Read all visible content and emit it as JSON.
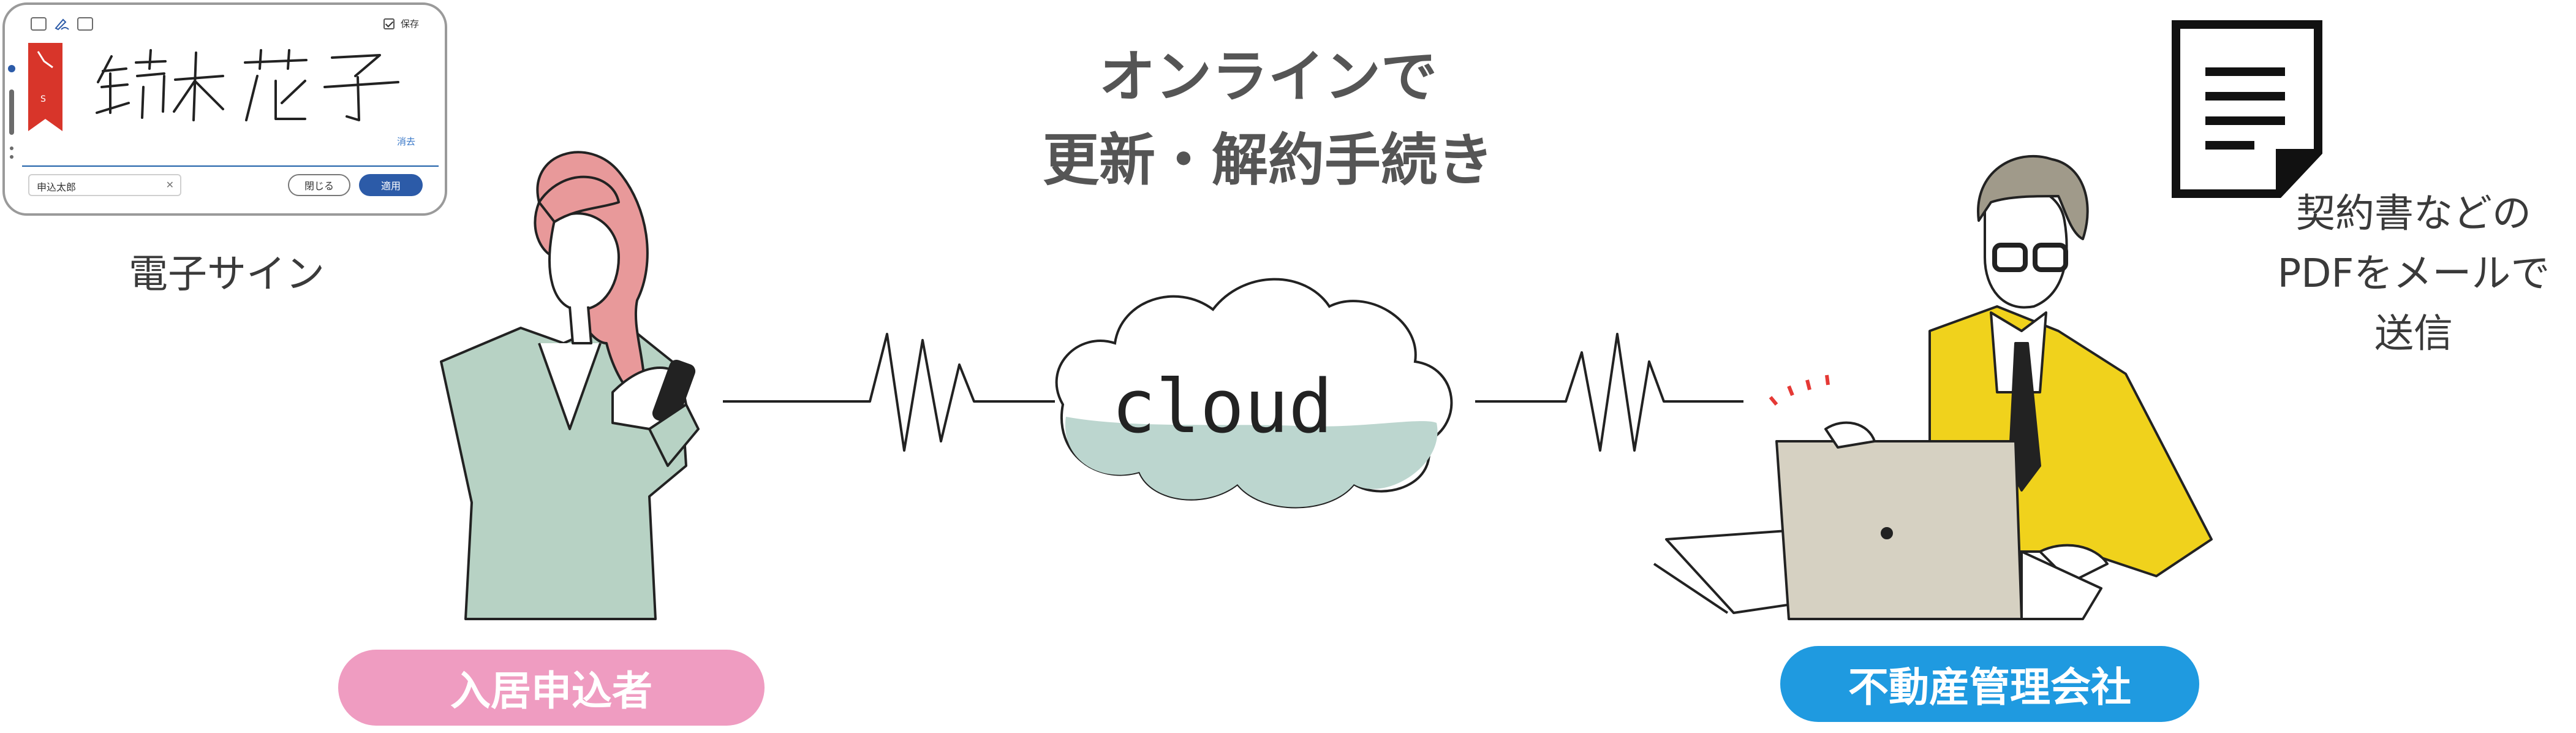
{
  "esign": {
    "save_label": "保存",
    "clear_label": "消去",
    "name_value": "申込太郎",
    "close_label": "閉じる",
    "apply_label": "適用",
    "signature_text": "鈴木花子",
    "caption": "電子サイン"
  },
  "headline": {
    "line1": "オンラインで",
    "line2": "更新・解約手続き"
  },
  "cloud": {
    "label": "cloud"
  },
  "document": {
    "caption_line1": "契約書などの",
    "caption_line2": "PDFをメールで",
    "caption_line3": "送信"
  },
  "tenant": {
    "label": "入居申込者"
  },
  "agency": {
    "label": "不動産管理会社"
  },
  "colors": {
    "tenant_pill": "#ef9cc1",
    "agency_pill": "#1f9ae0",
    "tenant_hair": "#e8999a",
    "tenant_suit": "#b7d2c4",
    "agent_suit": "#f0d21c",
    "cloud_fill": "#bcd6cf",
    "apply_button": "#2c5ba8",
    "bookmark": "#d8352a"
  },
  "icons": {
    "signal_wave": "zigzag-signal-icon",
    "document": "document-icon",
    "cloud": "cloud-icon"
  }
}
